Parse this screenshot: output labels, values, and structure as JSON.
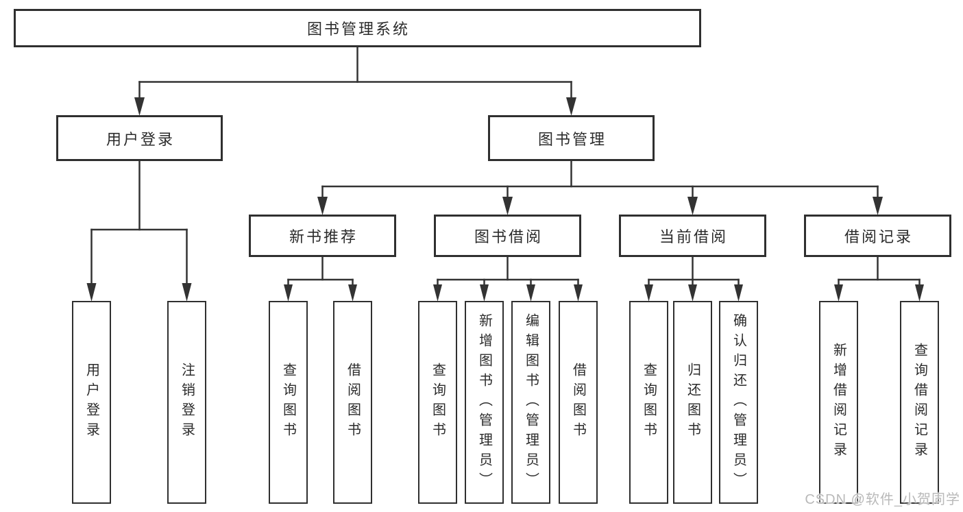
{
  "diagram_title": "图书管理系统",
  "colors": {
    "background": "#ffffff",
    "box_border": "#2f2f2f",
    "connector_line": "#333333",
    "text": "#2b2b2b",
    "watermark_text": "#b9b9b9"
  },
  "nodes": {
    "root": {
      "label": "图书管理系统"
    },
    "user_login": {
      "label": "用户登录"
    },
    "book_mgmt": {
      "label": "图书管理"
    },
    "new_book_rec": {
      "label": "新书推荐"
    },
    "book_borrow": {
      "label": "图书借阅"
    },
    "current_borrow": {
      "label": "当前借阅"
    },
    "borrow_records": {
      "label": "借阅记录"
    },
    "uf_login": {
      "label": "用户登录"
    },
    "uf_logout": {
      "label": "注销登录"
    },
    "nb_query": {
      "label": "查询图书"
    },
    "nb_borrow": {
      "label": "借阅图书"
    },
    "bb_query": {
      "label": "查询图书"
    },
    "bb_add": {
      "label": "新增图书（管理员）"
    },
    "bb_edit": {
      "label": "编辑图书（管理员）"
    },
    "bb_borrow": {
      "label": "借阅图书"
    },
    "cb_query": {
      "label": "查询图书"
    },
    "cb_return": {
      "label": "归还图书"
    },
    "cb_confirm": {
      "label": "确认归还（管理员）"
    },
    "br_add": {
      "label": "新增借阅记录"
    },
    "br_query": {
      "label": "查询借阅记录"
    }
  },
  "watermark": "CSDN @软件_小贺同学"
}
